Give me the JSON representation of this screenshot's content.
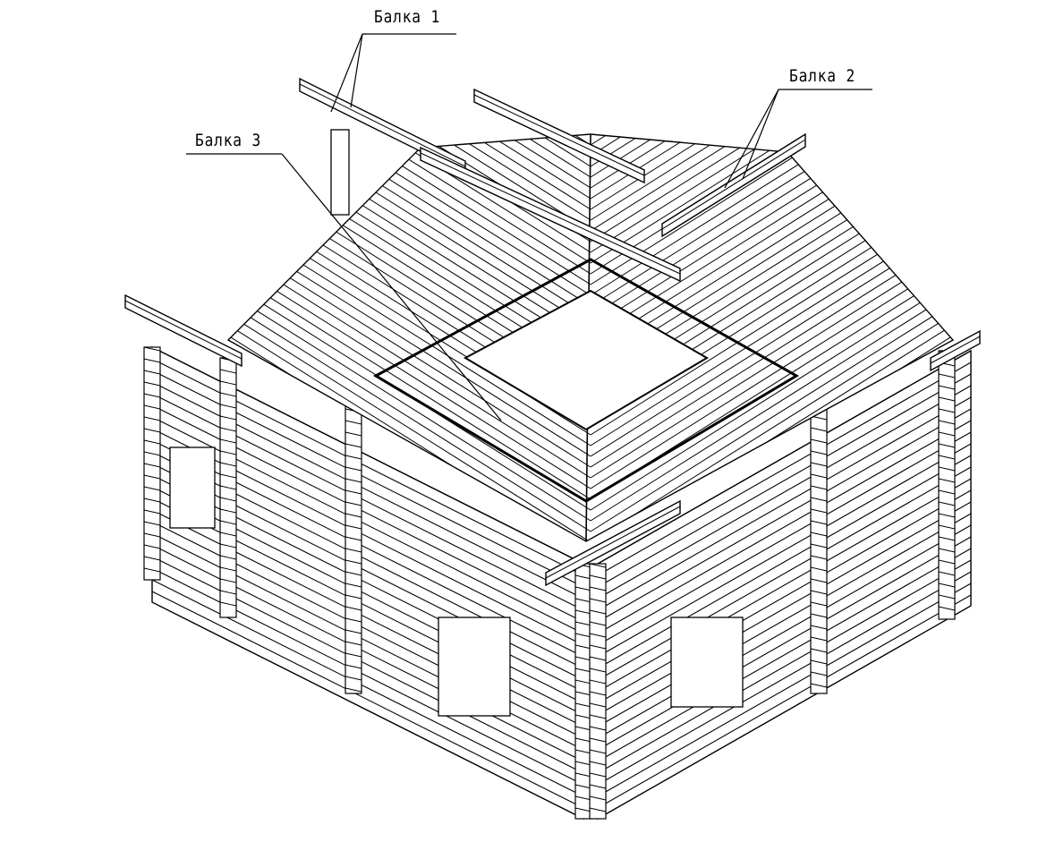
{
  "labels": {
    "beam1": "Балка 1",
    "beam2": "Балка 2",
    "beam3": "Балка 3"
  },
  "colors": {
    "line": "#000000",
    "background": "#ffffff"
  }
}
